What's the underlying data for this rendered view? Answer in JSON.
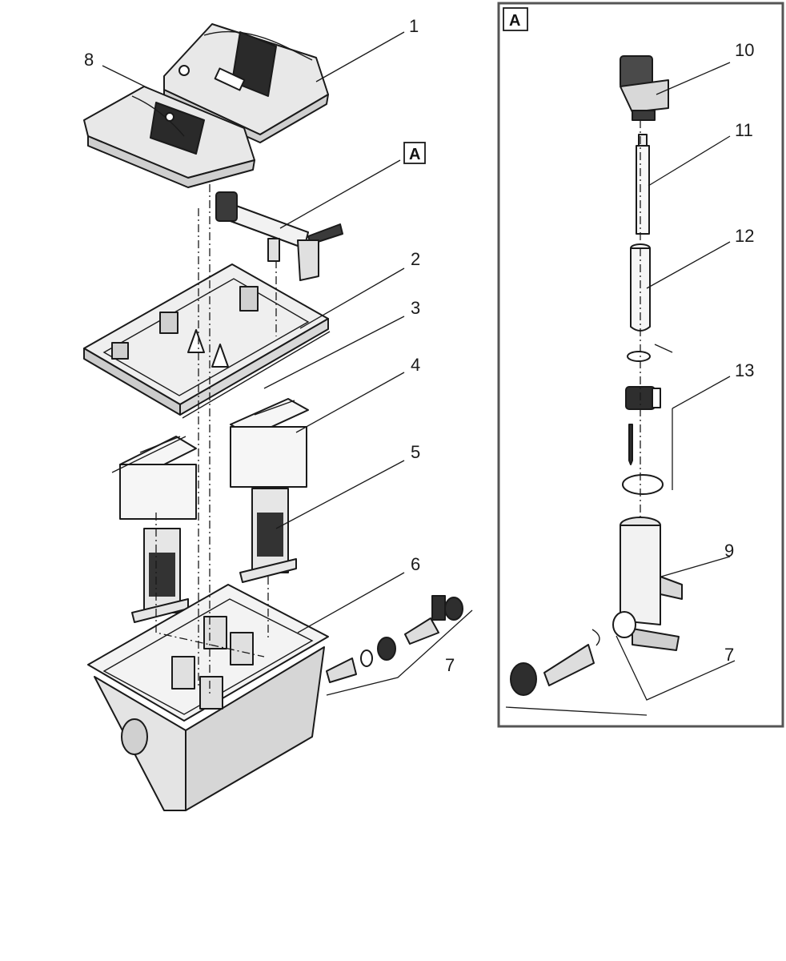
{
  "diagram": {
    "main_view": {
      "labels": {
        "p1": "1",
        "p8": "8",
        "pA": "A",
        "p2": "2",
        "p3": "3",
        "p4": "4",
        "p5": "5",
        "p6": "6",
        "p7": "7"
      }
    },
    "detail_A": {
      "box_label": "A",
      "labels": {
        "p10": "10",
        "p11": "11",
        "p12": "12",
        "p13": "13",
        "p9": "9",
        "p7": "7"
      }
    }
  }
}
